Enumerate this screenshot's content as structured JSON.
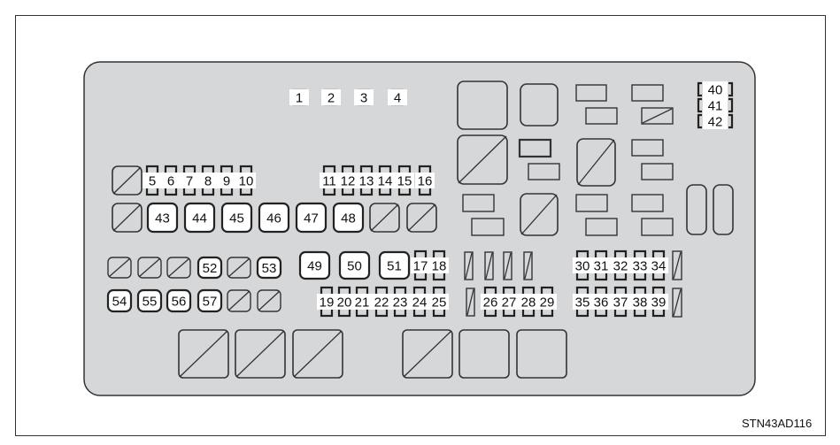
{
  "diagram": {
    "caption": "STN43AD116",
    "panel_color": "#d5d7d9",
    "fuse_labels": {
      "f1": "1",
      "f2": "2",
      "f3": "3",
      "f4": "4",
      "f5": "5",
      "f6": "6",
      "f7": "7",
      "f8": "8",
      "f9": "9",
      "f10": "10",
      "f11": "11",
      "f12": "12",
      "f13": "13",
      "f14": "14",
      "f15": "15",
      "f16": "16",
      "f17": "17",
      "f18": "18",
      "f19": "19",
      "f20": "20",
      "f21": "21",
      "f22": "22",
      "f23": "23",
      "f24": "24",
      "f25": "25",
      "f26": "26",
      "f27": "27",
      "f28": "28",
      "f29": "29",
      "f30": "30",
      "f31": "31",
      "f32": "32",
      "f33": "33",
      "f34": "34",
      "f35": "35",
      "f36": "36",
      "f37": "37",
      "f38": "38",
      "f39": "39",
      "f40": "40",
      "f41": "41",
      "f42": "42"
    },
    "relay_labels": {
      "r43": "43",
      "r44": "44",
      "r45": "45",
      "r46": "46",
      "r47": "47",
      "r48": "48",
      "r49": "49",
      "r50": "50",
      "r51": "51",
      "r52": "52",
      "r53": "53",
      "r54": "54",
      "r55": "55",
      "r56": "56",
      "r57": "57"
    }
  }
}
